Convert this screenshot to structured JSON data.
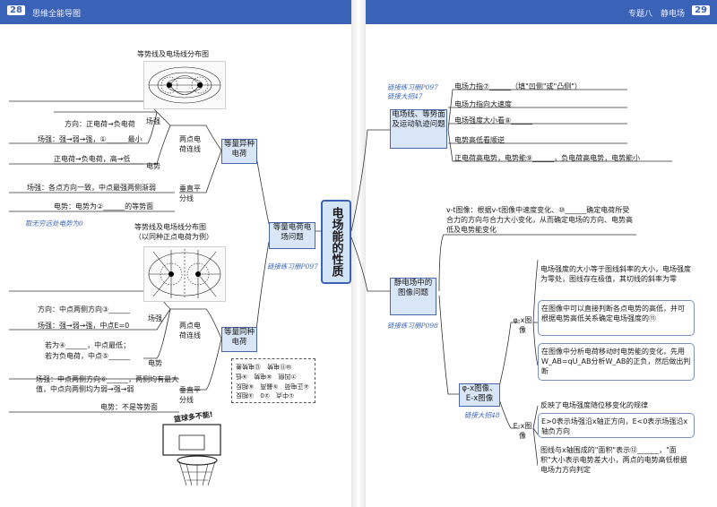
{
  "header": {
    "left_page": "28",
    "left_title": "思维全能导图",
    "right_title": "专题八　静电场",
    "right_page": "29"
  },
  "center_node": "电场能的性质",
  "left": {
    "diagram1_title": "等势线及电场线分布图",
    "diagram2_title": "等势线及电场线分布图",
    "diagram2_subtitle": "（以同种正点电荷为例）",
    "middle_node": "等量电荷电场问题",
    "middle_link": "链接练习册P097",
    "unlike": {
      "node": "等量异种电荷",
      "connect_node": "两点电荷连线",
      "field_label": "场强",
      "field_1": "方向：正电荷→负电荷",
      "field_2": "场强：强→弱→强，①______最小",
      "potential_label": "电势",
      "potential_1": "正电荷→负电荷，高→低",
      "perp_node": "垂直平分线",
      "perp_1": "场强：各点方向一致，中点最强两侧渐弱",
      "perp_2": "电势：电势为②______的等势面",
      "note": "取无穷远处电势为0"
    },
    "like": {
      "node": "等量同种电荷",
      "connect_node": "两点电荷连线",
      "field_label": "场强",
      "field_1": "方向：中点两侧方向③______",
      "field_2": "场强：强→弱→强，中点E=0",
      "potential_label": "电势",
      "potential_1": "若为④______，中点最低；",
      "potential_2": "若为负电荷，中点⑤______",
      "perp_node": "垂直平分线",
      "perp_1": "场强：中点两侧方向⑥______，两侧均有最大值，中点向两侧均为弱→强→弱",
      "perp_2": "电势：不是等势面"
    },
    "answers": [
      "①中点　②0　③相反",
      "④正电荷　⑤最高　⑥相反",
      "⑦凹侧　⑧电势　⑨低",
      "⑩⑪电势　⑫电势差"
    ],
    "hoop_text": "篮球多不能!"
  },
  "right": {
    "top_link_1": "链接练习册P097",
    "top_link_2": "链接大招47",
    "top_node": "电场线、等势面及运动轨迹问题",
    "top_items": [
      "电场力指⑦______（填\"凹侧\"或\"凸侧\"）",
      "电场力指向大速度",
      "电场强度大小看⑧______",
      "电势高低看顺逆",
      "正电荷高电势，电势能⑨______，负电荷高电势，电势能小"
    ],
    "vt_text": "v-t图像：根据v-t图像中速度变化、⑩______确定电荷所受合力的方向与合力大小变化，从而确定电场的方向、电势高低及电势能变化",
    "bottom_node": "静电场中的图像问题",
    "bottom_link": "链接练习册P098",
    "phix_node": "φ-x图像、E-x图像",
    "phix_link": "链接大招48",
    "phi_label": "φ-x图像",
    "phi_items": [
      "电场强度的大小等于图线斜率的大小，电场强度为零处，图线存在极值，其切线的斜率为零",
      "在图像中可以直接判断各点电势的高低，并可根据电势高低关系确定电场强度的⑪",
      "在图像中分析电荷移动时电势能的变化，先用W_AB=qU_AB分析W_AB的正负，然后做出判断"
    ],
    "e_label": "E-x图像",
    "e_items": [
      "反映了电场强度随位移变化的规律",
      "E>0表示场强沿x轴正方向，E<0表示场强沿x轴负方向",
      "图线与x轴围成的\"面积\"表示⑫______，\"面积\"大小表示电势差大小，两点的电势高低根据电场力方向判定"
    ]
  }
}
